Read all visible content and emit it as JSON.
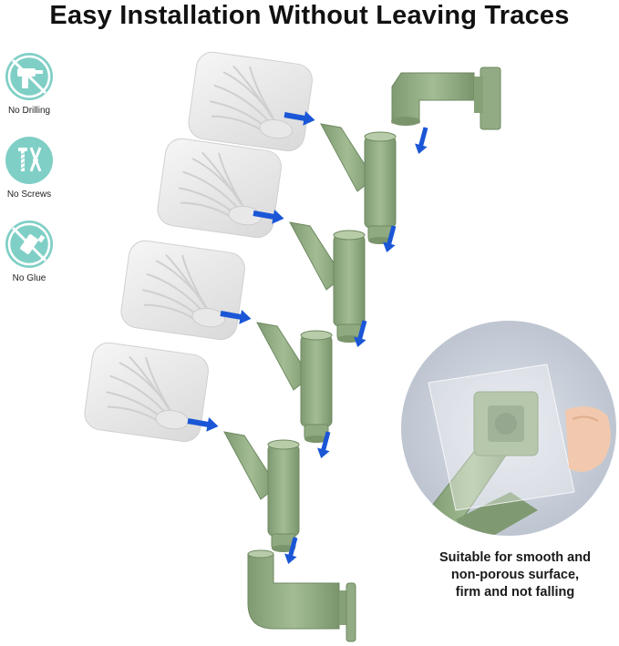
{
  "title": "Easy Installation Without Leaving Traces",
  "features": [
    {
      "label": "No Drilling",
      "icon": "drill-icon"
    },
    {
      "label": "No Screws",
      "icon": "screw-icon"
    },
    {
      "label": "No Glue",
      "icon": "glue-tube-icon"
    }
  ],
  "caption": {
    "line1": "Suitable for smooth and",
    "line2": "non-porous surface,",
    "line3": "firm and not falling"
  },
  "colors": {
    "green": "#8fa980",
    "green_dark": "#6f8a62",
    "arrow_blue": "#1a56d6",
    "badge_teal": "#7fcfc6"
  }
}
